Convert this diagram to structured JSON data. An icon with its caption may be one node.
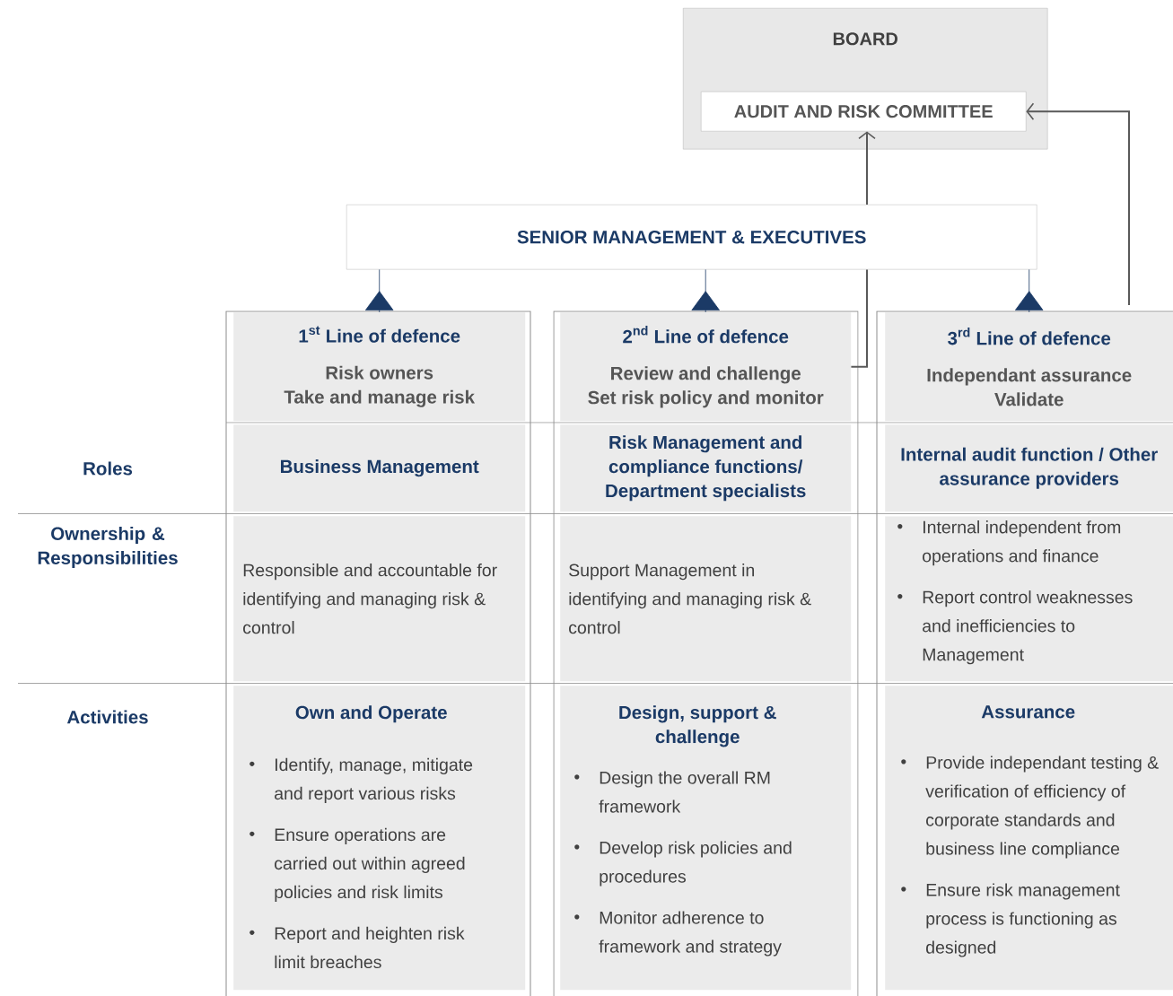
{
  "diagram": {
    "nodes": [
      {
        "text": [
          "BOARD"
        ]
      },
      {
        "text": [
          "AUDIT AND RISK COMMITTEE"
        ],
        "in": 0
      },
      {
        "text": [
          "SENIOR MANAGEMENT & EXECUTIVES"
        ]
      },
      {
        "text": [
          "\\text{1}^{\\text{st}}\\text{ Line of defence}",
          "Risk owners",
          "Take and manage risk"
        ]
      },
      {
        "text": [
          "\\text{2}^{\\text{nd}}\\text{ Line of defence}",
          "Review and challenge",
          "Set risk policy and monitor"
        ]
      },
      {
        "text": [
          "\\text{3}^{\\text{rd}}\\text{ Line of defence}",
          "Independant assurance",
          "Validate"
        ]
      },
      {
        "text": [
          "Business Management"
        ]
      },
      {
        "text": [
          "Risk Management and compliance functions/ Department specialists"
        ]
      },
      {
        "text": [
          "Internal audit function / Other assurance providers"
        ]
      },
      {
        "text": [
          "Responsible and accountable for identifying and managing risk & control"
        ]
      },
      {
        "text": [
          "Support Management in identifying and managing risk & control"
        ]
      },
      {
        "text": [
          "Internal independent from operations and finance",
          "Report control weaknesses and inefficiencies to Management"
        ]
      },
      {
        "text": [
          "Own and Operate",
          "Identify, manage, mitigate and report various risks",
          "Ensure operations are carried out within agreed policies and risk limits",
          "Report and heighten risk limit breaches"
        ]
      },
      {
        "text": [
          "Design, support & challenge",
          "Design the overall RM framework",
          "Develop risk policies and procedures",
          "Monitor adherence to framework and strategy"
        ]
      },
      {
        "text": [
          "Assurance",
          "Provide independant testing & verification of efficiency of corporate standards and business line compliance",
          "Ensure risk management process is functioning as designed"
        ]
      }
    ],
    "edges": [
      {
        "from": 4,
        "to": 2,
        "arrow": "none"
      },
      {
        "from": 2,
        "to": 1,
        "arrow": "to"
      },
      {
        "from": 5,
        "to": 1,
        "arrow": "to"
      },
      {
        "from": 3,
        "to": 2,
        "arrow": "to"
      },
      {
        "from": 4,
        "to": 2,
        "arrow": "to"
      },
      {
        "from": 5,
        "to": 2,
        "arrow": "to"
      }
    ],
    "labels": [
      "Roles",
      "Ownership & Responsibilities",
      "Activities"
    ]
  }
}
